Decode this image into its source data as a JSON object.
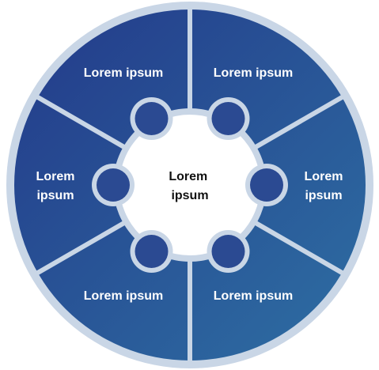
{
  "diagram": {
    "center": {
      "line1": "Lorem",
      "line2": "ipsum"
    },
    "segments": [
      {
        "lines": [
          "Lorem ipsum"
        ]
      },
      {
        "lines": [
          "Lorem",
          "ipsum"
        ]
      },
      {
        "lines": [
          "Lorem ipsum"
        ]
      },
      {
        "lines": [
          "Lorem ipsum"
        ]
      },
      {
        "lines": [
          "Lorem",
          "ipsum"
        ]
      },
      {
        "lines": [
          "Lorem ipsum"
        ]
      }
    ]
  },
  "colors": {
    "ring_gradient_start": "#233a8a",
    "ring_gradient_end": "#2e6fa3",
    "rim": "#c9d6e6",
    "divider": "#c9d6e6",
    "connector": "#2b4a92",
    "center_fill": "#ffffff",
    "center_text": "#111111",
    "segment_text": "#ffffff"
  }
}
